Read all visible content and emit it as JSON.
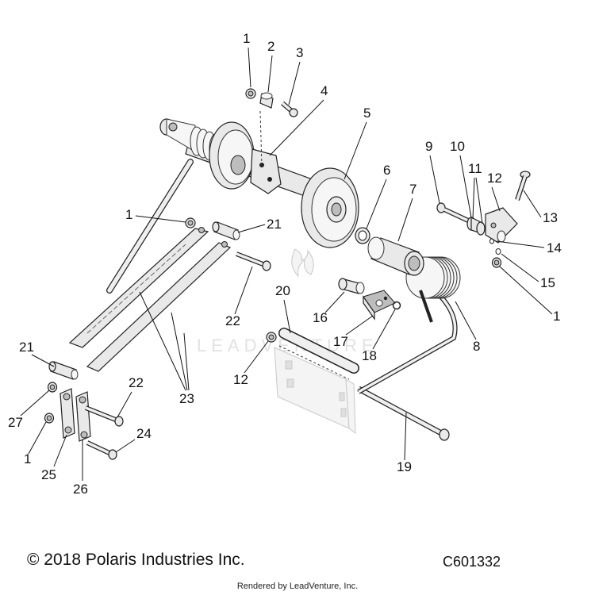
{
  "watermark": "LEADVENTURE",
  "footer": {
    "copyright": "© 2018 Polaris Industries Inc.",
    "diagram_code": "C601332",
    "rendered_by": "Rendered by LeadVenture, Inc."
  },
  "callouts": [
    "1",
    "2",
    "3",
    "4",
    "5",
    "6",
    "7",
    "1",
    "21",
    "9",
    "10",
    "11",
    "12",
    "13",
    "14",
    "15",
    "1",
    "16",
    "20",
    "17",
    "18",
    "8",
    "22",
    "23",
    "21",
    "12",
    "27",
    "22",
    "1",
    "24",
    "25",
    "26",
    "19"
  ]
}
